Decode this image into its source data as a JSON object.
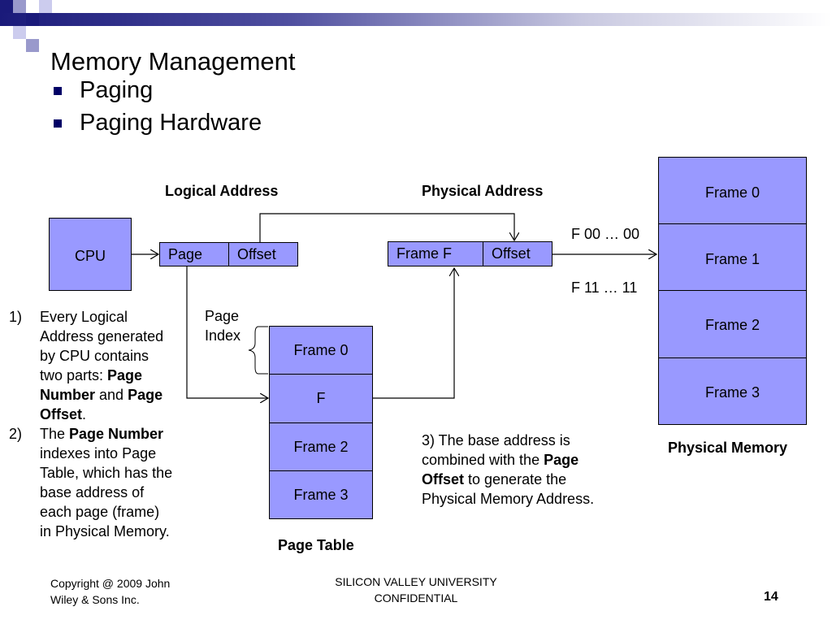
{
  "slide": {
    "title": "Memory Management",
    "bullets": [
      "Paging",
      "Paging Hardware"
    ]
  },
  "diagram": {
    "cpu_label": "CPU",
    "logical_address_label": "Logical  Address",
    "physical_address_label": "Physical Address",
    "logical_page": "Page",
    "logical_offset": "Offset",
    "physical_frame": "Frame  F",
    "physical_offset": "Offset",
    "range_start": "F 00 … 00",
    "range_end": "F 11 … 11",
    "page_index_line1": "Page",
    "page_index_line2": "Index",
    "page_table_entries": [
      "Frame 0",
      "F",
      "Frame 2",
      "Frame 3"
    ],
    "page_table_label": "Page Table",
    "physical_memory_frames": [
      "Frame 0",
      "Frame 1",
      "Frame 2",
      "Frame 3"
    ],
    "physical_memory_label": "Physical Memory"
  },
  "notes": {
    "n1_num": "1)",
    "n1_a": "Every Logical",
    "n1_b": "Address generated",
    "n1_c": "by CPU contains",
    "n1_d": "two parts: ",
    "n1_e": "Page",
    "n1_f": "Number",
    "n1_g": " and ",
    "n1_h": "Page",
    "n1_i": "Offset",
    "n1_j": ".",
    "n2_num": "2)",
    "n2_a": "The ",
    "n2_b": "Page Number",
    "n2_c": "indexes into Page",
    "n2_d": "Table, which has the",
    "n2_e": "base address of",
    "n2_f": "each page (frame)",
    "n2_g": "in Physical Memory.",
    "n3_a": "3) The base address is",
    "n3_b": "combined with the ",
    "n3_c": "Page",
    "n3_d": "Offset",
    "n3_e": " to generate the",
    "n3_f": "Physical Memory Address."
  },
  "footer": {
    "copyright_1": "Copyright @ 2009 John",
    "copyright_2": "Wiley & Sons Inc.",
    "center_1": "SILICON VALLEY UNIVERSITY",
    "center_2": "CONFIDENTIAL",
    "page_number": "14"
  },
  "colors": {
    "box_fill": "#9999ff",
    "bullet": "#000066",
    "header_gradient_start": "#1a1a7a",
    "header_gradient_end": "#ffffff"
  }
}
